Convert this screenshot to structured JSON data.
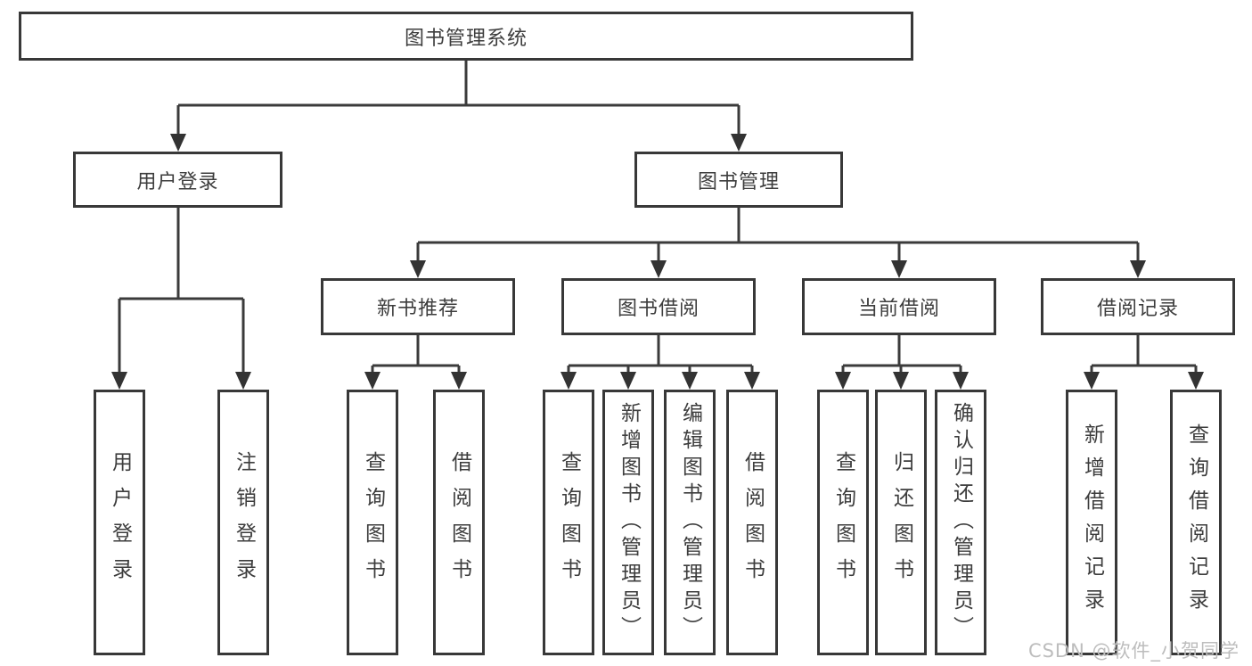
{
  "tree": {
    "root": "图书管理系统",
    "branches": [
      {
        "label": "用户登录",
        "children": [
          "用户登录",
          "注销登录"
        ]
      },
      {
        "label": "图书管理",
        "children": [
          {
            "label": "新书推荐",
            "children": [
              "查询图书",
              "借阅图书"
            ]
          },
          {
            "label": "图书借阅",
            "children": [
              "查询图书",
              "新增图书（管理员）",
              "编辑图书（管理员）",
              "借阅图书"
            ]
          },
          {
            "label": "当前借阅",
            "children": [
              "查询图书",
              "归还图书",
              "确认归还（管理员）"
            ]
          },
          {
            "label": "借阅记录",
            "children": [
              "新增借阅记录",
              "查询借阅记录"
            ]
          }
        ]
      }
    ]
  },
  "watermark": "CSDN @软件_小贺同学",
  "colors": {
    "line": "#3b3b3b",
    "box_border": "#383838",
    "text": "#3d3d3d",
    "watermark": "#bdbdbd",
    "background": "#ffffff"
  }
}
